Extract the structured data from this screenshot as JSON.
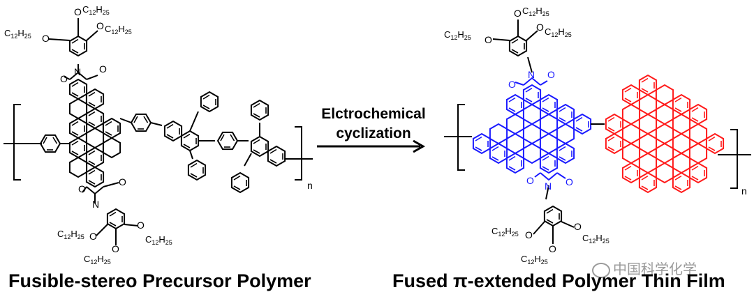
{
  "reaction": {
    "arrow_line1": "Elctrochemical",
    "arrow_line2": "cyclization"
  },
  "captions": {
    "left": "Fusible-stereo Precursor Polymer",
    "right": "Fused π-extended Polymer Thin Film"
  },
  "polymer_subscript": "n",
  "labels": {
    "O": "O",
    "N": "N",
    "alkyl": "C12H25"
  },
  "watermark": "中国科学化学",
  "colors": {
    "pdi_core": "#1a1aff",
    "hbc_core": "#ff1a1a",
    "ink": "#000000"
  }
}
